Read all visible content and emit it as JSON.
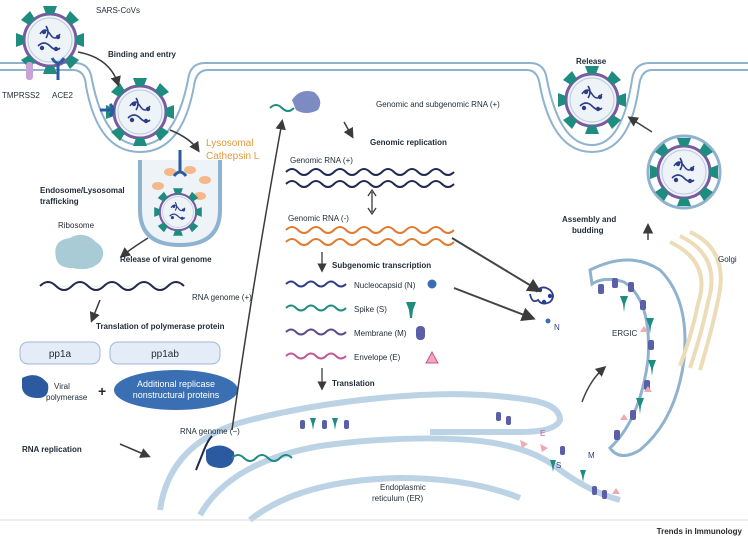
{
  "virus_label": "SARS-CoVs",
  "labels": {
    "binding_entry": "Binding and entry",
    "tmprss2": "TMPRSS2",
    "ace2": "ACE2",
    "lysosomal": "Lysosomal",
    "cathepsin": "Cathepsin L",
    "endosome_1": "Endosome/Lysosomal",
    "endosome_2": "trafficking",
    "ribosome": "Ribosome",
    "release_genome": "Release of viral genome",
    "rna_genome_plus": "RNA genome (+)",
    "translation_polymerase": "Translation of polymerase protein",
    "pp1a": "pp1a",
    "pp1ab": "pp1ab",
    "viral_polymerase_1": "Viral",
    "viral_polymerase_2": "polymerase",
    "plus": "+",
    "additional_1": "Additional replicase",
    "additional_2": "nonstructural proteins",
    "rna_replication": "RNA replication",
    "rna_genome_minus": "RNA genome (−)",
    "genomic_subgenomic": "Genomic and subgenomic RNA (+)",
    "genomic_replication": "Genomic replication",
    "genomic_rna_plus": "Genomic RNA (+)",
    "genomic_rna_minus": "Genomic RNA (-)",
    "subgenomic_transcription": "Subgenomic transcription",
    "nucleocapsid": "Nucleocapsid (N)",
    "spike": "Spike (S)",
    "membrane": "Membrane (M)",
    "envelope": "Envelope (E)",
    "translation": "Translation",
    "er_1": "Endoplasmic",
    "er_2": "reticulum (ER)",
    "release": "Release",
    "assembly_1": "Assembly and",
    "assembly_2": "budding",
    "golgi": "Golgi",
    "ergic": "ERGIC",
    "n_short": "N",
    "e_short": "E",
    "m_short": "M",
    "s_short": "S",
    "journal": "Trends in Immunology"
  },
  "colors": {
    "membrane": "#bcd3e6",
    "membrane_edge": "#8fb2cf",
    "teal": "#1e8c7e",
    "navy": "#2c3e8a",
    "orange": "#e07a2f",
    "purple": "#5a4a8a",
    "pink": "#c2569a",
    "blue_protein": "#3a6fb3",
    "lysosomal_text": "#e39a3c"
  }
}
